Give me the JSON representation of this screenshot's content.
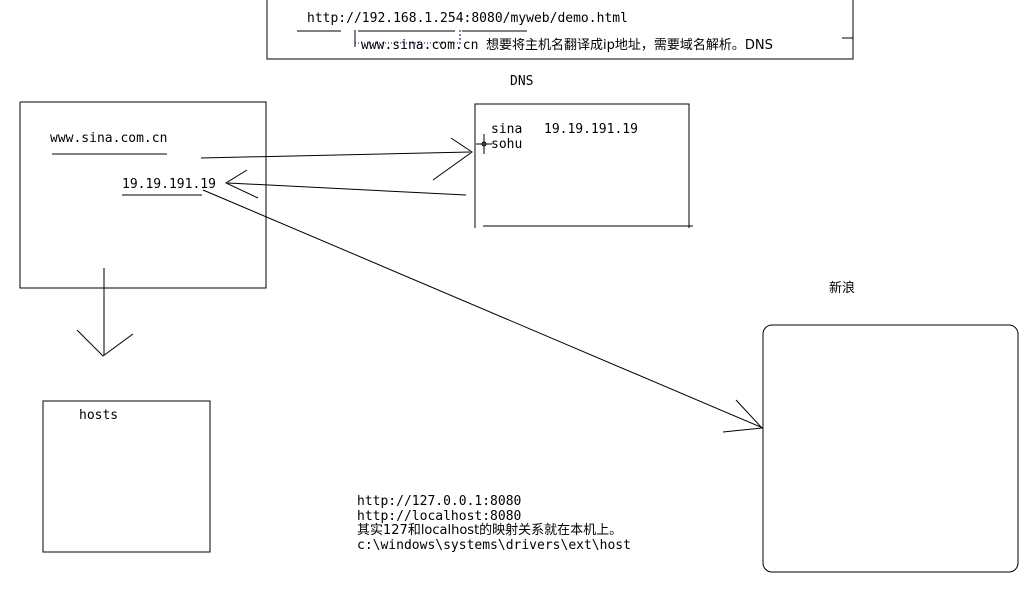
{
  "top_box": {
    "url": "http://192.168.1.254:8080/myweb/demo.html",
    "note_domain": "www.sina.com.cn",
    "note_text": "想要将主机名翻译成ip地址，需要域名解析。DNS"
  },
  "dns": {
    "title": "DNS",
    "row1_name": "sina",
    "row1_ip": "19.19.191.19",
    "row2_name": "sohu"
  },
  "client": {
    "domain": "www.sina.com.cn",
    "ip": "19.19.191.19"
  },
  "hosts": {
    "label": "hosts"
  },
  "server": {
    "title": "新浪"
  },
  "notes": {
    "line1": "http://127.0.0.1:8080",
    "line2": "http://localhost:8080",
    "line3": "其实127和localhost的映射关系就在本机上。",
    "line4": "c:\\windows\\systems\\drivers\\ext\\host"
  }
}
